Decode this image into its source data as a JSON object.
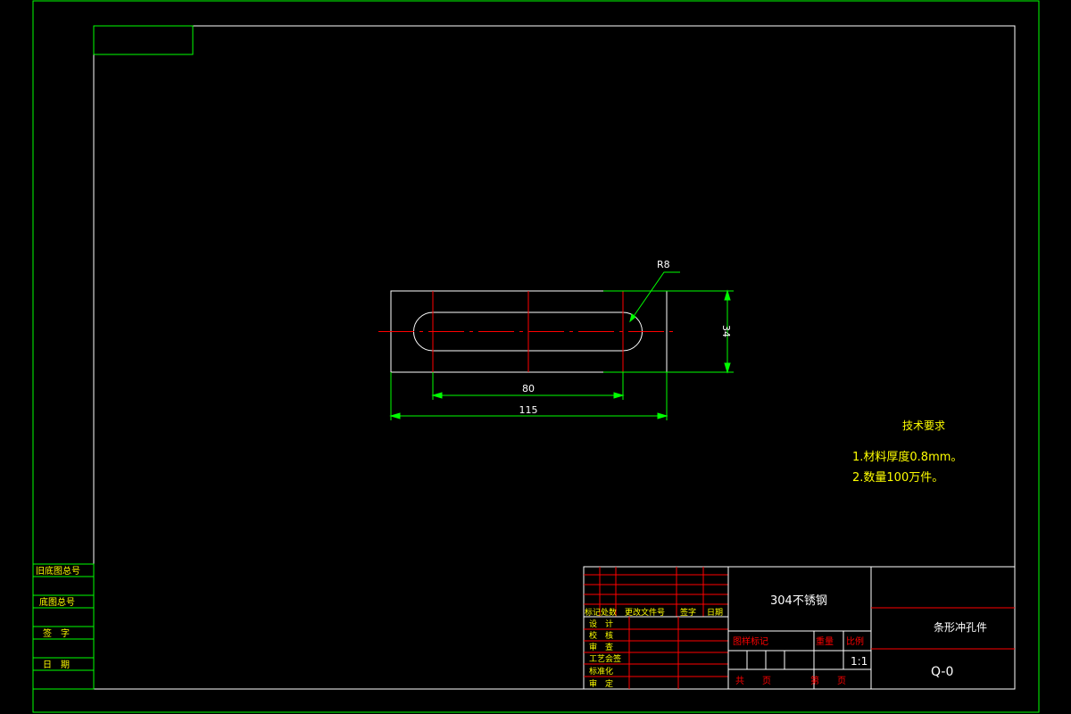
{
  "colors": {
    "background": "#000000",
    "frame": "#00ff00",
    "part_outline": "#ffffff",
    "centerline": "#ff0000",
    "dimension_line": "#00ff00",
    "dimension_text": "#ffffff",
    "notes_text": "#ffff00",
    "title_block_red": "#ff0000"
  },
  "drawing": {
    "radius_label": "R8",
    "width_dim": "34",
    "slot_dim": "80",
    "length_dim": "115"
  },
  "notes": {
    "heading": "技术要求",
    "items": [
      "1.材料厚度0.8mm。",
      "2.数量100万件。"
    ]
  },
  "left_block": {
    "labels": [
      "旧底图总号",
      "底图总号",
      "签　字",
      "日　期"
    ]
  },
  "title_block": {
    "revision_headers": [
      "标记",
      "处数",
      "更改文件号",
      "签字",
      "日期"
    ],
    "signature_labels": [
      "设　计",
      "校　核",
      "审　查",
      "工艺会签",
      "标准化",
      "审　定"
    ],
    "material": "304不锈钢",
    "mark_header": "图样标记",
    "weight_header": "重量",
    "scale_header": "比例",
    "scale_value": "1:1",
    "total_sheets": "共　　页",
    "sheet_no": "第　　页",
    "part_name": "条形冲孔件",
    "drawing_no": "Q-0"
  }
}
